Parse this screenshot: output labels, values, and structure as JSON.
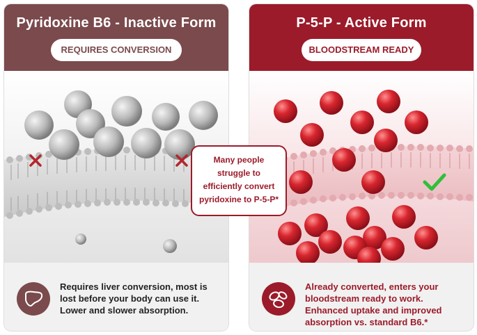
{
  "left": {
    "title": "Pyridoxine B6 - Inactive Form",
    "badge": "REQUIRES CONVERSION",
    "description": "Requires liver conversion, most is lost before your body can use it. Lower and slower absorption.",
    "icon": "liver-icon"
  },
  "right": {
    "title": "P-5-P - Active Form",
    "badge": "BLOODSTREAM READY",
    "description": "Already converted, enters your bloodstream ready to work. Enhanced uptake and improved absorption vs. standard B6.*",
    "icon": "blood-cells-icon"
  },
  "callout": {
    "lines": [
      "Many people",
      "struggle to",
      "efficiently convert",
      "pyridoxine to P-5-P*"
    ]
  },
  "colors": {
    "inactive": "#7b4a4d",
    "active": "#9b1b2a",
    "cross": "#b3262d",
    "check": "#2fbf3a"
  }
}
